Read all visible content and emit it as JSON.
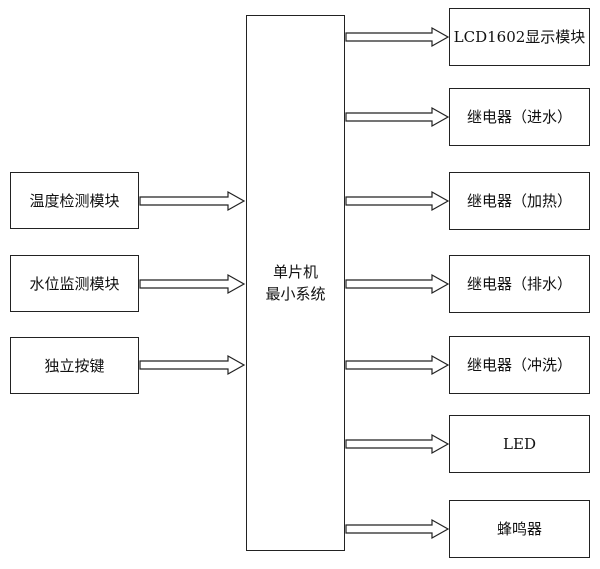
{
  "inputs": {
    "temp": "温度检测模块",
    "water": "水位监测模块",
    "key": "独立按键"
  },
  "mcu": {
    "line1": "单片机",
    "line2": "最小系统"
  },
  "outputs": {
    "lcd": "LCD1602显示模块",
    "relay_in": "继电器（进水）",
    "relay_heat": "继电器（加热）",
    "relay_drain": "继电器（排水）",
    "relay_flush": "继电器（冲洗）",
    "led": "LED",
    "buzzer": "蜂鸣器"
  }
}
